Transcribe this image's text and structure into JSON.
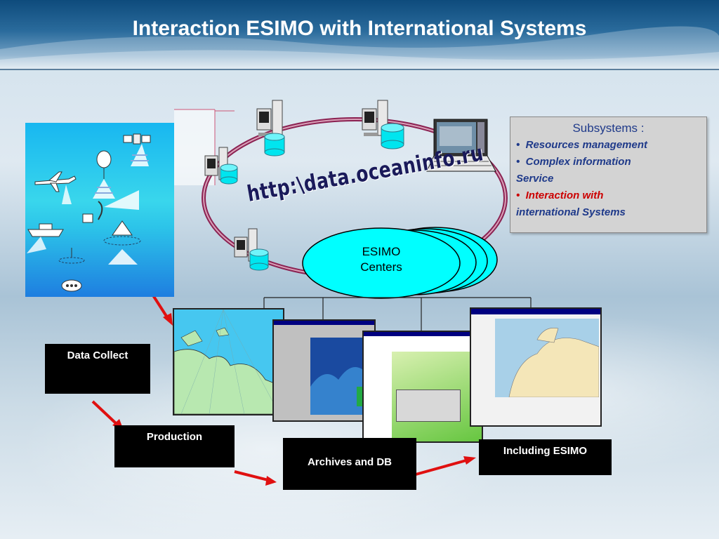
{
  "header": {
    "title": "Interaction ESIMO with International Systems"
  },
  "ring": {
    "url": "http:\\data.oceaninfo.ru"
  },
  "esimo": {
    "line1": "ESIMO",
    "line2": "Centers"
  },
  "subsystems": {
    "title": "Subsystems :",
    "items": [
      {
        "bullet": "•",
        "text": "Resources management"
      },
      {
        "bullet": "•",
        "text": "Complex information",
        "continuation": "Service"
      },
      {
        "bullet": "•",
        "text": "Interaction with",
        "continuation": "international Systems"
      }
    ]
  },
  "flow": {
    "data_collect": "Data Collect",
    "production": "Production",
    "archives": "Archives and DB",
    "including": "Including ESIMO"
  },
  "colors": {
    "header": "#1e5a8c",
    "ring": "#8b2252",
    "ellipse": "#00ffff",
    "arrow": "#e01010",
    "subsystems_text": "#1f3a8a",
    "active_item": "#cc0000"
  },
  "icons": [
    "computer-icon",
    "database-icon",
    "laptop-icon",
    "satellite-icon",
    "airplane-icon",
    "ship-icon",
    "balloon-icon",
    "buoy-icon",
    "map-window"
  ]
}
